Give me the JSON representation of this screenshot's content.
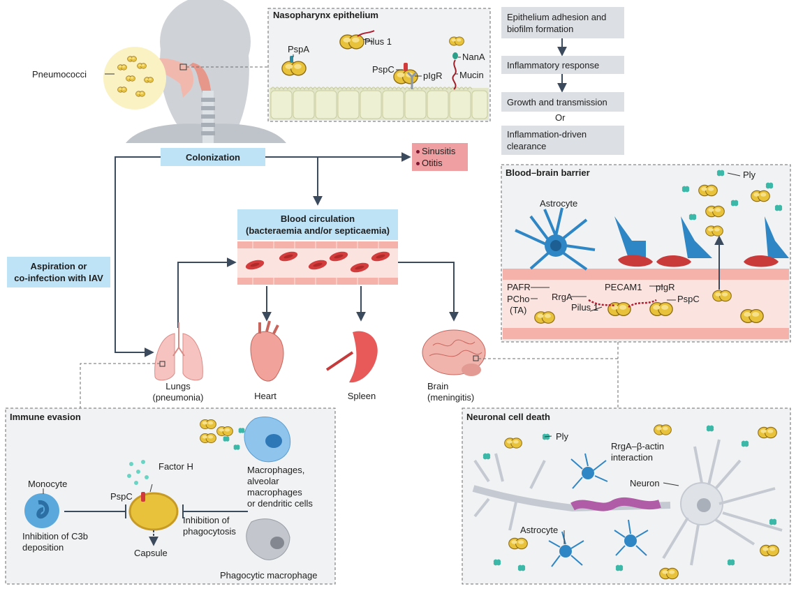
{
  "nasopharynx": {
    "title": "Nasopharynx epithelium",
    "pspA": "PspA",
    "pilus1": "Pilus 1",
    "nanA": "NanA",
    "pspC": "PspC",
    "pigR": "pIgR",
    "mucin": "Mucin"
  },
  "pneumococci": "Pneumococci",
  "flow": {
    "step1": "Epithelium adhesion and biofilm formation",
    "step2": "Inflammatory response",
    "step3": "Growth and transmission",
    "or": "Or",
    "step4": "Inflammation-driven clearance"
  },
  "colonization": "Colonization",
  "sinusitis": "Sinusitis",
  "otitis": "Otitis",
  "blood_circulation": {
    "line1": "Blood circulation",
    "line2": "(bacteraemia and/or septicaemia)"
  },
  "aspiration": {
    "line1": "Aspiration or",
    "line2": "co-infection with IAV"
  },
  "organs": {
    "lungs1": "Lungs",
    "lungs2": "(pneumonia)",
    "heart": "Heart",
    "spleen": "Spleen",
    "brain1": "Brain",
    "brain2": "(meningitis)"
  },
  "bbb": {
    "title": "Blood–brain barrier",
    "ply": "Ply",
    "astrocyte": "Astrocyte",
    "pafr": "PAFR",
    "pcho": "PCho",
    "ta": "(TA)",
    "rrga": "RrgA",
    "pecam1": "PECAM1",
    "pilus1": "Pilus 1",
    "pigr": "pIgR",
    "pspc": "PspC"
  },
  "immune": {
    "title": "Immune evasion",
    "monocyte": "Monocyte",
    "inhib_c3b_1": "Inhibition of C3b",
    "inhib_c3b_2": "deposition",
    "factor_h": "Factor H",
    "pspc": "PspC",
    "capsule": "Capsule",
    "inhib_phago_1": "Inhibition of",
    "inhib_phago_2": "phagocytosis",
    "macro1": "Macrophages,",
    "macro2": "alveolar",
    "macro3": "macrophages",
    "macro4": "or dendritic cells",
    "phago_macro": "Phagocytic macrophage"
  },
  "neuronal": {
    "title": "Neuronal cell death",
    "ply": "Ply",
    "rrga1": "RrgA–β-actin",
    "rrga2": "interaction",
    "neuron": "Neuron",
    "astrocyte": "Astrocyte"
  },
  "colors": {
    "blue_box": "#bfe3f6",
    "grey_box": "#dcdfe3",
    "pink_box": "#ef9ea1",
    "arrow": "#3b4a5c",
    "bacteria": "#e8c23a",
    "blood_cell": "#d23c3c"
  }
}
